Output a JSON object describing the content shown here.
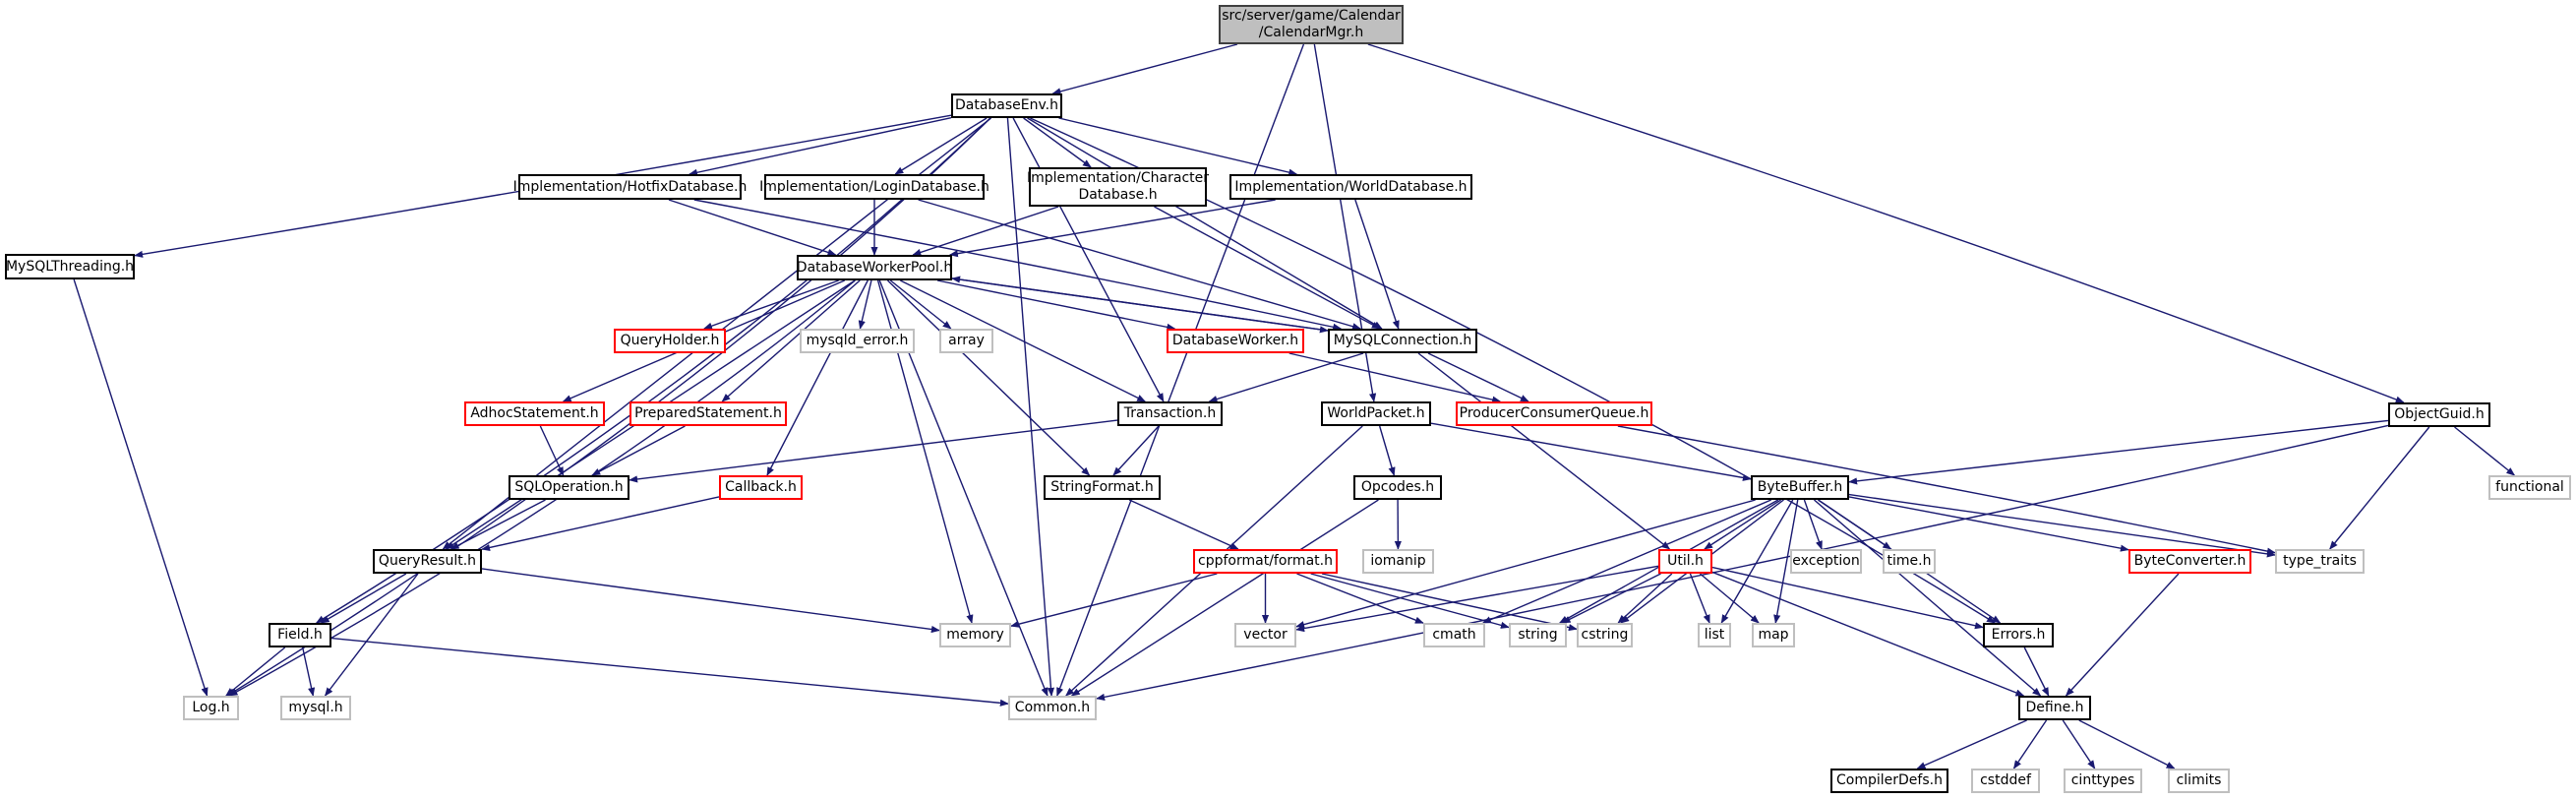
{
  "title": "src/server/game/Calendar/CalendarMgr.h include dependency graph",
  "colors": {
    "edge": "#191970",
    "root_fill": "#bfbfbf",
    "documented_border": "#000000",
    "undocumented_border": "#ff0000",
    "system_border": "#bfbfbf"
  },
  "nodes": [
    {
      "id": "root",
      "label": "src/server/game/Calendar\n/CalendarMgr.h",
      "kind": "root"
    },
    {
      "id": "dbenv",
      "label": "DatabaseEnv.h",
      "kind": "doc"
    },
    {
      "id": "mysqlthreading",
      "label": "MySQLThreading.h",
      "kind": "doc"
    },
    {
      "id": "hotfix",
      "label": "Implementation/HotfixDatabase.h",
      "kind": "doc"
    },
    {
      "id": "login",
      "label": "Implementation/LoginDatabase.h",
      "kind": "doc"
    },
    {
      "id": "chardb",
      "label": "Implementation/Character\nDatabase.h",
      "kind": "doc"
    },
    {
      "id": "worlddb",
      "label": "Implementation/WorldDatabase.h",
      "kind": "doc"
    },
    {
      "id": "dbwp",
      "label": "DatabaseWorkerPool.h",
      "kind": "doc"
    },
    {
      "id": "queryholder",
      "label": "QueryHolder.h",
      "kind": "red"
    },
    {
      "id": "mysqlderror",
      "label": "mysqld_error.h",
      "kind": "sys"
    },
    {
      "id": "array",
      "label": "array",
      "kind": "sys"
    },
    {
      "id": "dbworker",
      "label": "DatabaseWorker.h",
      "kind": "red"
    },
    {
      "id": "mysqlconn",
      "label": "MySQLConnection.h",
      "kind": "doc"
    },
    {
      "id": "adhoc",
      "label": "AdhocStatement.h",
      "kind": "red"
    },
    {
      "id": "prepared",
      "label": "PreparedStatement.h",
      "kind": "red"
    },
    {
      "id": "transaction",
      "label": "Transaction.h",
      "kind": "doc"
    },
    {
      "id": "worldpacket",
      "label": "WorldPacket.h",
      "kind": "doc"
    },
    {
      "id": "pcq",
      "label": "ProducerConsumerQueue.h",
      "kind": "red"
    },
    {
      "id": "objectguid",
      "label": "ObjectGuid.h",
      "kind": "doc"
    },
    {
      "id": "sqlop",
      "label": "SQLOperation.h",
      "kind": "doc"
    },
    {
      "id": "callback",
      "label": "Callback.h",
      "kind": "red"
    },
    {
      "id": "stringformat",
      "label": "StringFormat.h",
      "kind": "doc"
    },
    {
      "id": "opcodes",
      "label": "Opcodes.h",
      "kind": "doc"
    },
    {
      "id": "bytebuffer",
      "label": "ByteBuffer.h",
      "kind": "doc"
    },
    {
      "id": "functional",
      "label": "functional",
      "kind": "sys"
    },
    {
      "id": "queryresult",
      "label": "QueryResult.h",
      "kind": "doc"
    },
    {
      "id": "cppformat",
      "label": "cppformat/format.h",
      "kind": "red"
    },
    {
      "id": "iomanip",
      "label": "iomanip",
      "kind": "sys"
    },
    {
      "id": "util",
      "label": "Util.h",
      "kind": "red"
    },
    {
      "id": "exception",
      "label": "exception",
      "kind": "sys"
    },
    {
      "id": "timeh",
      "label": "time.h",
      "kind": "sys"
    },
    {
      "id": "byteconv",
      "label": "ByteConverter.h",
      "kind": "red"
    },
    {
      "id": "typetraits",
      "label": "type_traits",
      "kind": "sys"
    },
    {
      "id": "field",
      "label": "Field.h",
      "kind": "doc"
    },
    {
      "id": "memory",
      "label": "memory",
      "kind": "sys"
    },
    {
      "id": "vector",
      "label": "vector",
      "kind": "sys"
    },
    {
      "id": "cmath",
      "label": "cmath",
      "kind": "sys"
    },
    {
      "id": "string",
      "label": "string",
      "kind": "sys"
    },
    {
      "id": "cstring",
      "label": "cstring",
      "kind": "sys"
    },
    {
      "id": "list",
      "label": "list",
      "kind": "sys"
    },
    {
      "id": "map",
      "label": "map",
      "kind": "sys"
    },
    {
      "id": "errors",
      "label": "Errors.h",
      "kind": "doc"
    },
    {
      "id": "logh",
      "label": "Log.h",
      "kind": "sys"
    },
    {
      "id": "mysqlh",
      "label": "mysql.h",
      "kind": "sys"
    },
    {
      "id": "common",
      "label": "Common.h",
      "kind": "sys"
    },
    {
      "id": "define",
      "label": "Define.h",
      "kind": "doc"
    },
    {
      "id": "compilerdefs",
      "label": "CompilerDefs.h",
      "kind": "doc"
    },
    {
      "id": "cstddef",
      "label": "cstddef",
      "kind": "sys"
    },
    {
      "id": "cinttypes",
      "label": "cinttypes",
      "kind": "sys"
    },
    {
      "id": "climits",
      "label": "climits",
      "kind": "sys"
    }
  ],
  "edges": [
    [
      "root",
      "dbenv"
    ],
    [
      "root",
      "common"
    ],
    [
      "root",
      "worldpacket"
    ],
    [
      "root",
      "objectguid"
    ],
    [
      "dbenv",
      "mysqlthreading"
    ],
    [
      "dbenv",
      "hotfix"
    ],
    [
      "dbenv",
      "login"
    ],
    [
      "dbenv",
      "chardb"
    ],
    [
      "dbenv",
      "worlddb"
    ],
    [
      "dbenv",
      "logh"
    ],
    [
      "dbenv",
      "field"
    ],
    [
      "dbenv",
      "queryresult"
    ],
    [
      "dbenv",
      "transaction"
    ],
    [
      "dbenv",
      "common"
    ],
    [
      "dbenv",
      "errors"
    ],
    [
      "dbenv",
      "mysqlconn"
    ],
    [
      "mysqlthreading",
      "logh"
    ],
    [
      "hotfix",
      "dbwp"
    ],
    [
      "hotfix",
      "mysqlconn"
    ],
    [
      "login",
      "dbwp"
    ],
    [
      "login",
      "mysqlconn"
    ],
    [
      "chardb",
      "dbwp"
    ],
    [
      "chardb",
      "mysqlconn"
    ],
    [
      "worlddb",
      "dbwp"
    ],
    [
      "worlddb",
      "mysqlconn"
    ],
    [
      "dbwp",
      "queryholder"
    ],
    [
      "dbwp",
      "mysqlderror"
    ],
    [
      "dbwp",
      "array"
    ],
    [
      "dbwp",
      "dbworker"
    ],
    [
      "dbwp",
      "mysqlconn"
    ],
    [
      "dbwp",
      "adhoc"
    ],
    [
      "dbwp",
      "prepared"
    ],
    [
      "dbwp",
      "transaction"
    ],
    [
      "dbwp",
      "callback"
    ],
    [
      "dbwp",
      "stringformat"
    ],
    [
      "dbwp",
      "queryresult"
    ],
    [
      "dbwp",
      "logh"
    ],
    [
      "dbwp",
      "memory"
    ],
    [
      "dbwp",
      "common"
    ],
    [
      "dbworker",
      "pcq"
    ],
    [
      "mysqlconn",
      "dbwp"
    ],
    [
      "mysqlconn",
      "transaction"
    ],
    [
      "mysqlconn",
      "pcq"
    ],
    [
      "mysqlconn",
      "util"
    ],
    [
      "adhoc",
      "sqlop"
    ],
    [
      "prepared",
      "sqlop"
    ],
    [
      "transaction",
      "sqlop"
    ],
    [
      "transaction",
      "stringformat"
    ],
    [
      "sqlop",
      "queryresult"
    ],
    [
      "callback",
      "queryresult"
    ],
    [
      "queryresult",
      "field"
    ],
    [
      "queryresult",
      "mysqlh"
    ],
    [
      "queryresult",
      "memory"
    ],
    [
      "field",
      "logh"
    ],
    [
      "field",
      "mysqlh"
    ],
    [
      "field",
      "common"
    ],
    [
      "stringformat",
      "cppformat"
    ],
    [
      "cppformat",
      "memory"
    ],
    [
      "cppformat",
      "vector"
    ],
    [
      "cppformat",
      "cmath"
    ],
    [
      "cppformat",
      "string"
    ],
    [
      "cppformat",
      "cstring"
    ],
    [
      "worldpacket",
      "opcodes"
    ],
    [
      "worldpacket",
      "bytebuffer"
    ],
    [
      "worldpacket",
      "common"
    ],
    [
      "opcodes",
      "iomanip"
    ],
    [
      "opcodes",
      "common"
    ],
    [
      "objectguid",
      "bytebuffer"
    ],
    [
      "objectguid",
      "typetraits"
    ],
    [
      "objectguid",
      "functional"
    ],
    [
      "objectguid",
      "common"
    ],
    [
      "bytebuffer",
      "util"
    ],
    [
      "bytebuffer",
      "exception"
    ],
    [
      "bytebuffer",
      "timeh"
    ],
    [
      "bytebuffer",
      "byteconv"
    ],
    [
      "bytebuffer",
      "typetraits"
    ],
    [
      "bytebuffer",
      "vector"
    ],
    [
      "bytebuffer",
      "cmath"
    ],
    [
      "bytebuffer",
      "string"
    ],
    [
      "bytebuffer",
      "cstring"
    ],
    [
      "bytebuffer",
      "list"
    ],
    [
      "bytebuffer",
      "map"
    ],
    [
      "bytebuffer",
      "errors"
    ],
    [
      "bytebuffer",
      "define"
    ],
    [
      "util",
      "vector"
    ],
    [
      "util",
      "string"
    ],
    [
      "util",
      "cstring"
    ],
    [
      "util",
      "list"
    ],
    [
      "util",
      "map"
    ],
    [
      "util",
      "errors"
    ],
    [
      "util",
      "define"
    ],
    [
      "byteconv",
      "define"
    ],
    [
      "pcq",
      "typetraits"
    ],
    [
      "errors",
      "define"
    ],
    [
      "define",
      "compilerdefs"
    ],
    [
      "define",
      "cstddef"
    ],
    [
      "define",
      "cinttypes"
    ],
    [
      "define",
      "climits"
    ]
  ]
}
